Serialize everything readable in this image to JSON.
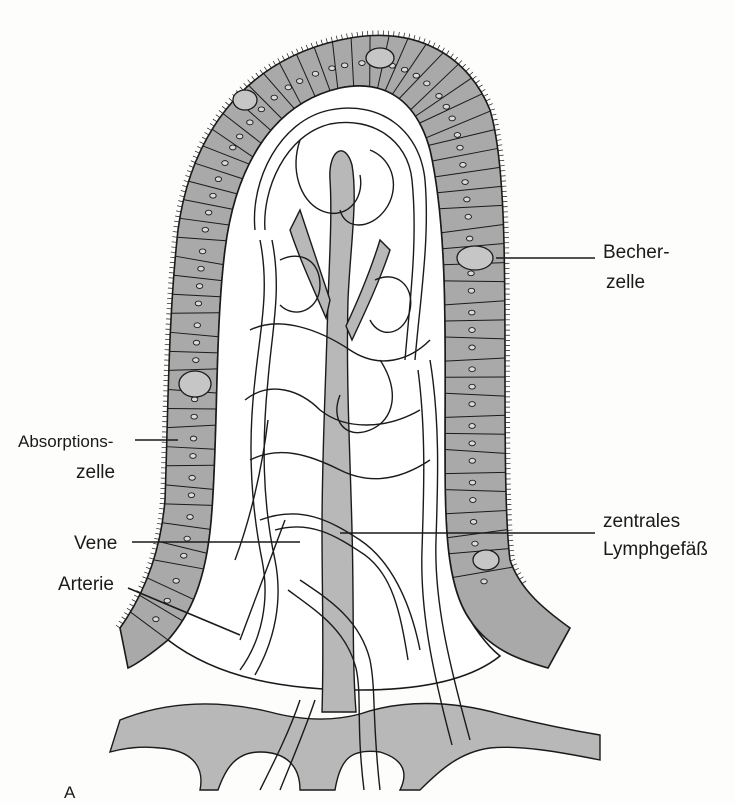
{
  "labels": {
    "becherzelle_line1": "Becher-",
    "becherzelle_line2": "zelle",
    "absorption_line1": "Absorptions-",
    "absorption_line2": "zelle",
    "vene": "Vene",
    "arterie": "Arterie",
    "lymph_line1": "zentrales",
    "lymph_line2": "Lymphgefäß",
    "panel": "A"
  },
  "colors": {
    "epithelium": "#a9a9a9",
    "lymph_vessel": "#b8b8b8",
    "outline": "#1a1a1a"
  }
}
